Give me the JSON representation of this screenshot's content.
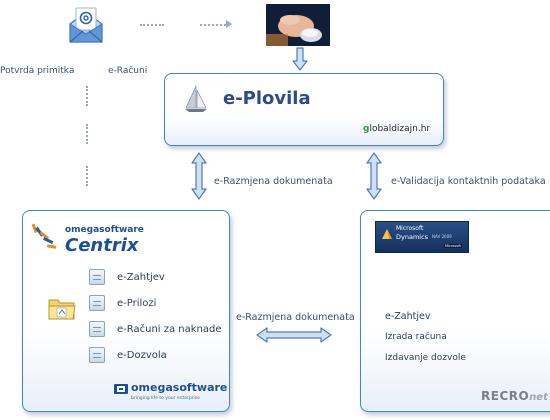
{
  "top": {
    "label_left": "Potvrda primitka",
    "label_right": "e-Računi"
  },
  "plovila": {
    "title": "e-Plovila",
    "brand_prefix": "g",
    "brand_rest": "lobaldizajn.hr"
  },
  "connectors": {
    "left_exchange": "e-Razmjena dokumenata",
    "right_validation": "e-Validacija kontaktnih podataka",
    "bottom_exchange": "e-Razmjena dokumenata"
  },
  "centrix": {
    "brand_small": "omegasoftware",
    "brand_big": "Centrix",
    "items": [
      {
        "label": "e-Zahtjev"
      },
      {
        "label": "e-Prilozi"
      },
      {
        "label": "e-Računi za naknade"
      },
      {
        "label": "e-Dozvola"
      }
    ],
    "footer_brand": "omegasoftware",
    "footer_tagline": "bringing life to your enterprise"
  },
  "dynamics": {
    "logo_line1": "Microsoft",
    "logo_line2": "Dynamics",
    "logo_line3": "NAV 2009",
    "logo_badge": "Microsoft",
    "items": [
      {
        "label": "e-Zahtjev"
      },
      {
        "label": "Izrada računa"
      },
      {
        "label": "Izdavanje dozvole"
      }
    ],
    "footer_brand_a": "RECRO",
    "footer_brand_b": "net"
  },
  "colors": {
    "panel_border": "#3f86c6",
    "arrow_fill": "#cfe0f3",
    "arrow_stroke": "#4a7fb8",
    "title_blue": "#2c4a8c",
    "orange": "#f08a1c"
  }
}
